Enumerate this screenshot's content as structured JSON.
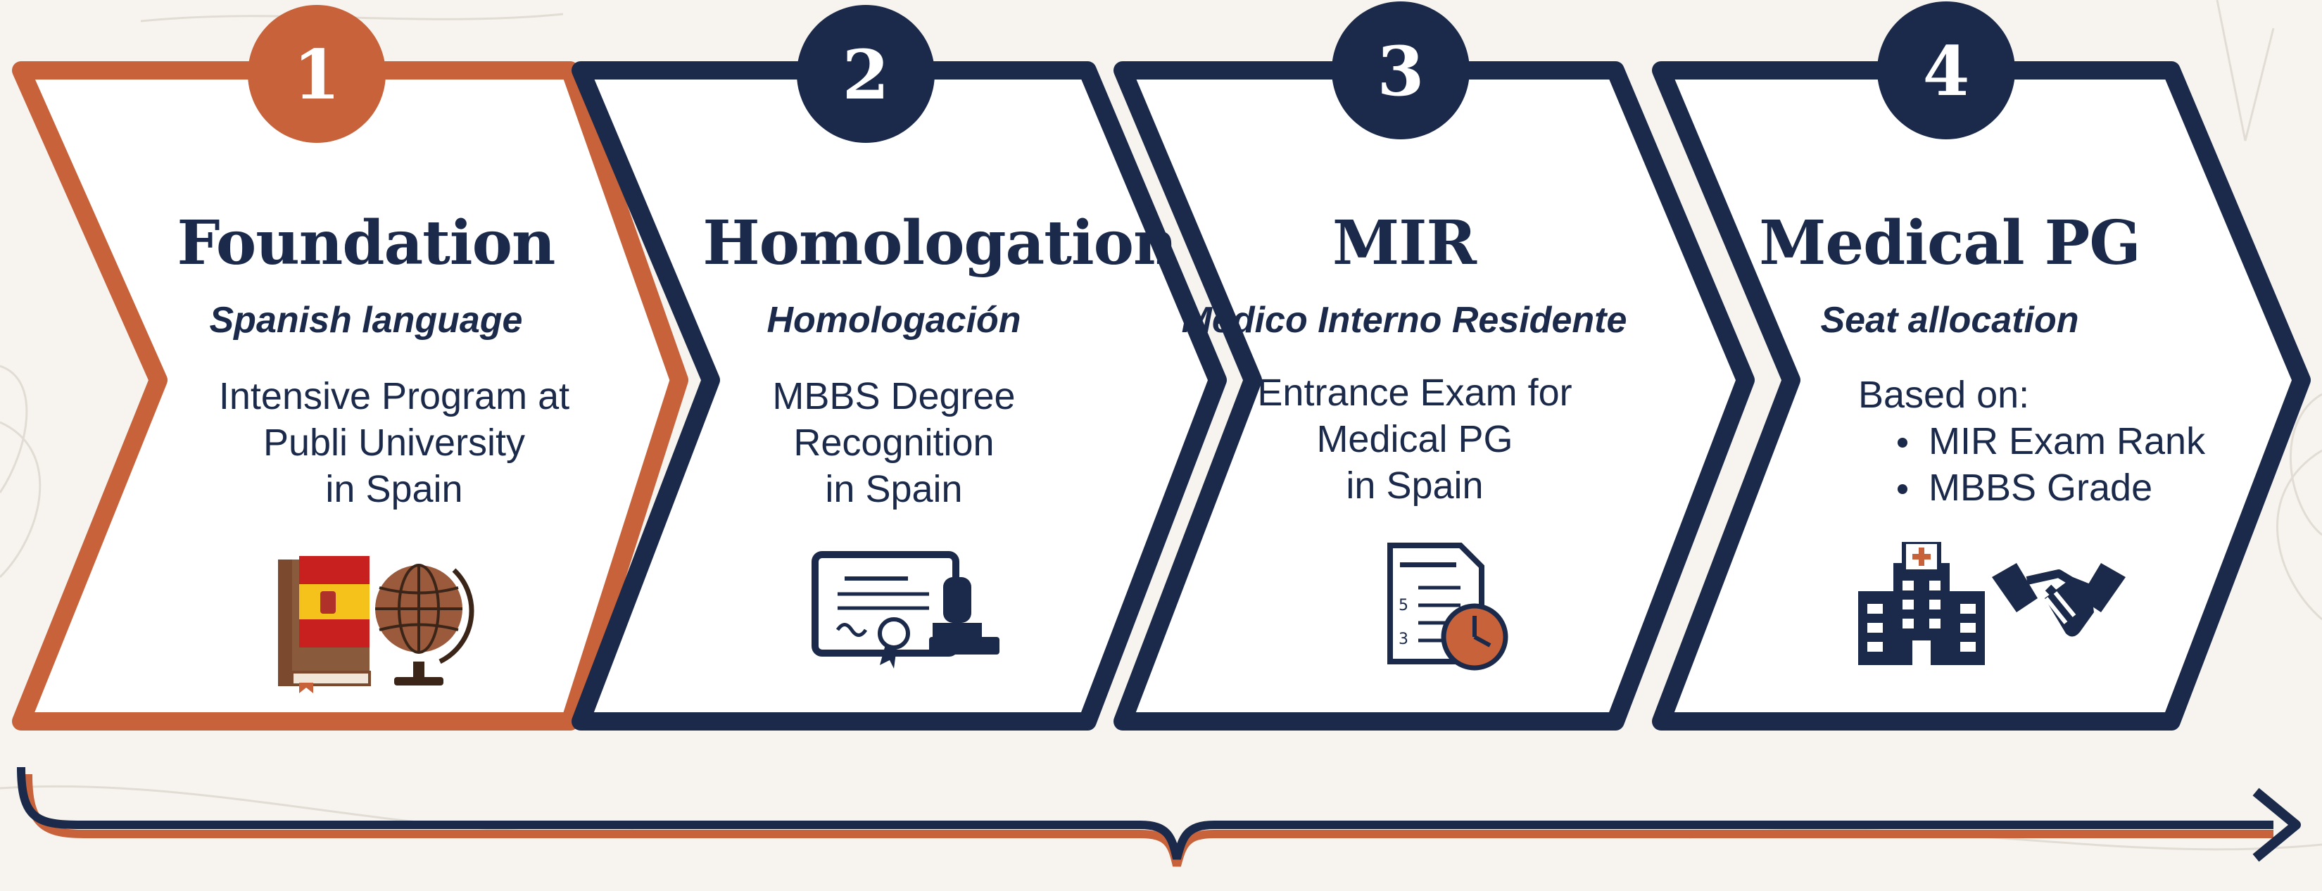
{
  "steps": [
    {
      "number": "1",
      "title": "Foundation",
      "subtitle": "Spanish language",
      "description": [
        "Intensive Program at",
        "Publi University",
        "in Spain"
      ],
      "icons": [
        "book-with-spanish-flag-icon",
        "globe-icon"
      ]
    },
    {
      "number": "2",
      "title": "Homologation",
      "subtitle": "Homologación",
      "description": [
        "MBBS Degree",
        "Recognition",
        "in Spain"
      ],
      "icons": [
        "certificate-with-stamp-icon"
      ]
    },
    {
      "number": "3",
      "title": "MIR",
      "subtitle": "Médico Interno Residente",
      "description": [
        "Entrance Exam for",
        "Medical PG",
        "in Spain"
      ],
      "icons": [
        "exam-paper-with-clock-icon"
      ]
    },
    {
      "number": "4",
      "title": "Medical PG",
      "subtitle": "Seat allocation",
      "intro": "Based on:",
      "bullets": [
        "MIR Exam Rank",
        "MBBS Grade"
      ],
      "icons": [
        "hospital-icon",
        "handshake-icon"
      ]
    }
  ],
  "colors": {
    "navy": "#1b2a4a",
    "orange": "#c8623a",
    "background": "#f7f4ef",
    "white": "#ffffff"
  }
}
